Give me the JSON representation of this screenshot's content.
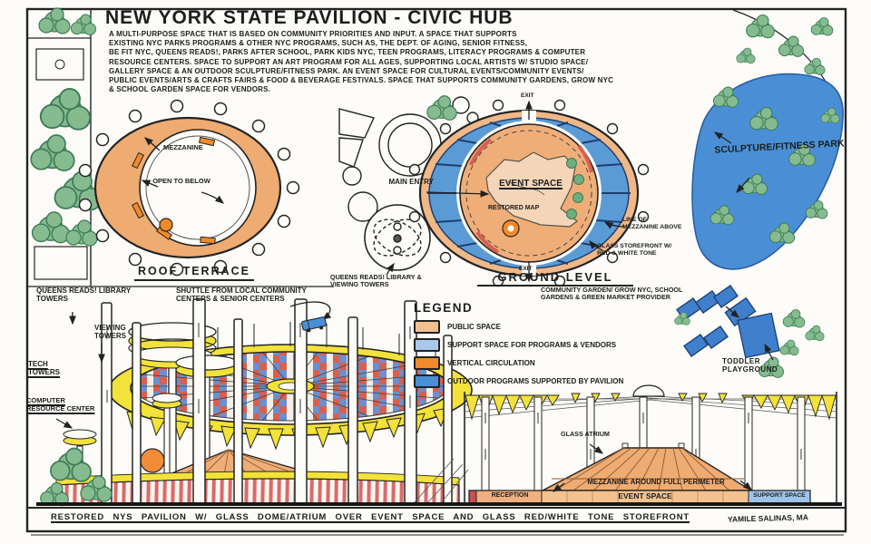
{
  "page": {
    "title": "NEW YORK STATE PAVILION - CIVIC HUB"
  },
  "description": {
    "lines": [
      "A MULTI-PURPOSE SPACE THAT IS BASED ON COMMUNITY PRIORITIES AND INPUT. A SPACE THAT SUPPORTS",
      "EXISTING NYC PARKS PROGRAMS & OTHER NYC PROGRAMS, SUCH AS, THE DEPT. OF AGING, SENIOR FITNESS,",
      "BE FIT NYC, QUEENS READS!, PARKS AFTER SCHOOL, PARK KIDS NYC, TEEN PROGRAMS, LITERACY PROGRAMS & COMPUTER",
      "RESOURCE CENTERS. SPACE TO SUPPORT AN ART PROGRAM FOR ALL AGES, SUPPORTING LOCAL ARTISTS W/ STUDIO SPACE/",
      "GALLERY SPACE & AN OUTDOOR SCULPTURE/FITNESS PARK. AN EVENT SPACE FOR CULTURAL EVENTS/COMMUNITY EVENTS/",
      "PUBLIC EVENTS/ARTS & CRAFTS FAIRS & FOOD & BEVERAGE FESTIVALS. SPACE THAT SUPPORTS COMMUNITY GARDENS, GROW NYC",
      "& SCHOOL GARDEN SPACE FOR VENDORS."
    ]
  },
  "roof_terrace": {
    "caption": "ROOF TERRACE",
    "mezzanine": "MEZZANINE",
    "open_to_below": "OPEN TO BELOW"
  },
  "ground_level": {
    "caption": "GROUND LEVEL",
    "main_entry": "MAIN ENTRY",
    "event_space": "EVENT SPACE",
    "restored_map": "RESTORED MAP",
    "exit_top": "EXIT",
    "exit_bottom": "EXIT",
    "line_of_mezzanine": "LINE OF MEZZANINE ABOVE",
    "glass_storefront": "GLASS STOREFRONT W/ RED & WHITE TONE",
    "queens_reads_towers": "QUEENS READS! LIBRARY & VIEWING TOWERS"
  },
  "site": {
    "sculpture_park": "SCULPTURE/FITNESS PARK",
    "community_garden": "COMMUNITY GARDEN/ GROW NYC, SCHOOL GARDENS & GREEN MARKET PROVIDER",
    "toddler_playground": "TODDLER PLAYGROUND"
  },
  "legend": {
    "heading": "LEGEND",
    "items": [
      {
        "label": "PUBLIC SPACE",
        "color": "#f2c08d"
      },
      {
        "label": "SUPPORT SPACE FOR PROGRAMS & VENDORS",
        "color": "#a9c9ea"
      },
      {
        "label": "VERTICAL CIRCULATION",
        "color": "#f28a2a"
      },
      {
        "label": "OUTDOOR PROGRAMS SUPPORTED BY PAVILION",
        "color": "#4a8fd6"
      }
    ]
  },
  "elevation": {
    "queens_reads_towers": "QUEENS READS! LIBRARY TOWERS",
    "viewing_towers": "VIEWING TOWERS",
    "shuttle": "SHUTTLE FROM LOCAL COMMUNITY CENTERS & SENIOR CENTERS",
    "tech_towers": "TECH TOWERS",
    "computer_resource": "COMPUTER RESOURCE CENTER"
  },
  "section": {
    "glass_atrium": "GLASS ATRIUM",
    "mezzanine_perimeter": "MEZZANINE AROUND FULL PERIMETER",
    "reception": "RECEPTION",
    "event_space": "EVENT SPACE",
    "support_space": "SUPPORT SPACE"
  },
  "footer": {
    "caption": "RESTORED NYS PAVILION W/ GLASS DOME/ATRIUM OVER EVENT SPACE AND GLASS RED/WHITE TONE STOREFRONT",
    "signature": "YAMILE SALINAS, MA"
  },
  "colors": {
    "paper": "#fdfcf8",
    "ink": "#222222",
    "yellow": "#f2e23a",
    "public_orange": "#efae78",
    "circulation_orange": "#f28a2a",
    "support_blue": "#a9c9ea",
    "outdoor_blue": "#4a8fd6",
    "tree_green": "#85bb8f",
    "stripe_red": "#d96a6a",
    "mosaic_red": "#d95f4e",
    "mosaic_blue": "#6b8fd0"
  }
}
